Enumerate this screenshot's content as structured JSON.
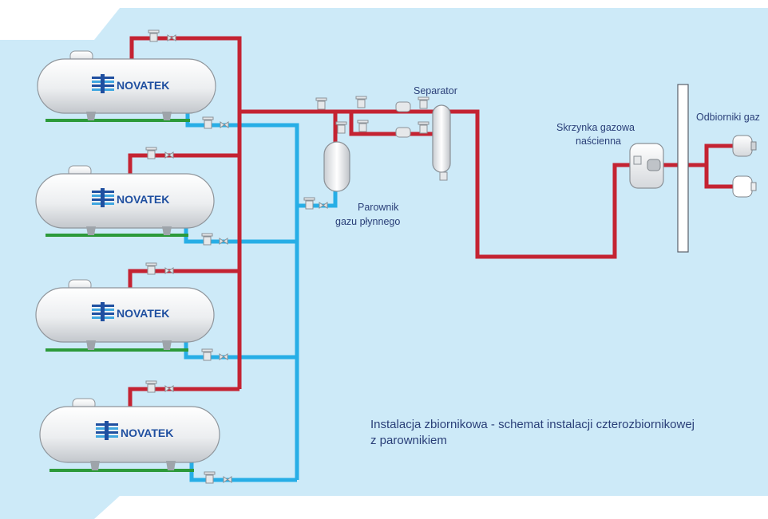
{
  "colors": {
    "background_panel": "#cdeaf8",
    "gas_pipe_red": "#c42332",
    "liquid_pipe_blue": "#27aee6",
    "ground_green": "#2c9a3a",
    "tank_body": "#ecedef",
    "brand_blue": "#1f4fa0"
  },
  "tanks": [
    {
      "brand": "NOVATEK"
    },
    {
      "brand": "NOVATEK"
    },
    {
      "brand": "NOVATEK"
    },
    {
      "brand": "NOVATEK"
    }
  ],
  "labels": {
    "separator": "Separator",
    "vaporizer_line1": "Parownik",
    "vaporizer_line2": "gazu płynnego",
    "gas_box_line1": "Skrzynka gazowa",
    "gas_box_line2": "naścienna",
    "receivers": "Odbiorniki gaz"
  },
  "caption": {
    "line1": "Instalacja zbiornikowa - schemat instalacji czterozbiornikowej",
    "line2": "z parownikiem"
  }
}
